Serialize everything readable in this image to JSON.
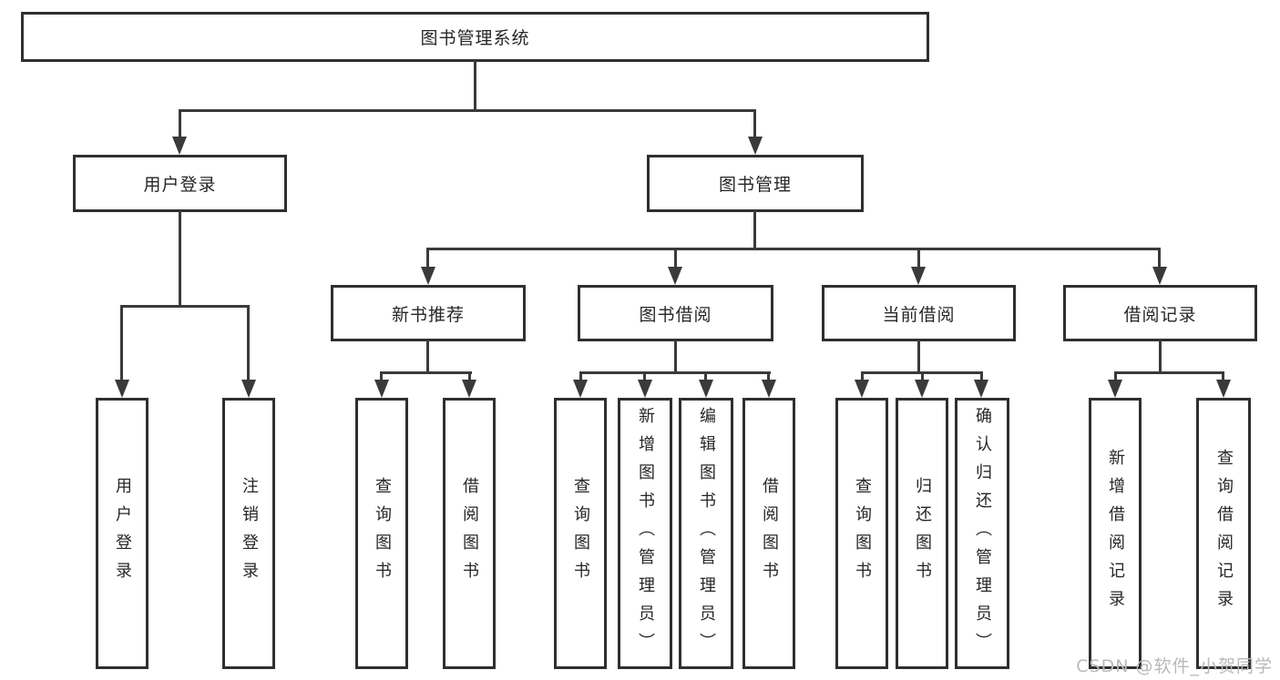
{
  "tree": {
    "root": "图书管理系统",
    "branches": [
      {
        "label": "用户登录",
        "children": [
          "用户登录",
          "注销登录"
        ]
      },
      {
        "label": "图书管理",
        "groups": [
          {
            "label": "新书推荐",
            "children": [
              "查询图书",
              "借阅图书"
            ]
          },
          {
            "label": "图书借阅",
            "children": [
              "查询图书",
              "新增图书（管理员）",
              "编辑图书（管理员）",
              "借阅图书"
            ]
          },
          {
            "label": "当前借阅",
            "children": [
              "查询图书",
              "归还图书",
              "确认归还（管理员）"
            ]
          },
          {
            "label": "借阅记录",
            "children": [
              "新增借阅记录",
              "查询借阅记录"
            ]
          }
        ]
      }
    ]
  },
  "watermark": "CSDN @软件_小贺同学",
  "colors": {
    "line": "#3a3a3a",
    "border": "#2f2f2f",
    "text": "#262626",
    "watermark": "#b9b9b9",
    "background": "#ffffff"
  }
}
